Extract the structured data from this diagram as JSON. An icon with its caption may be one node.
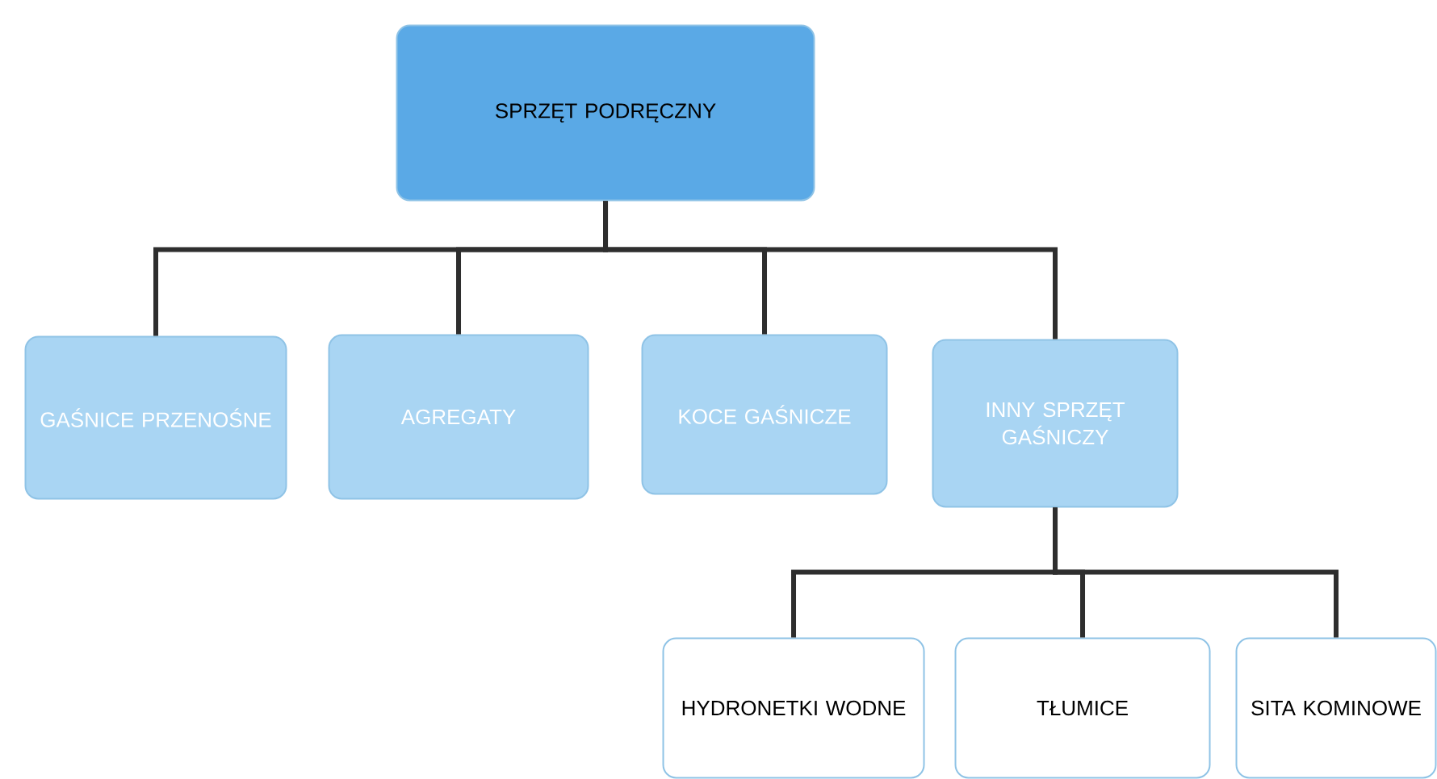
{
  "diagram": {
    "nodes": [
      {
        "text": [
          "SPRZĘT PODRĘCZNY"
        ]
      },
      {
        "text": [
          "GAŚNICE PRZENOŚNE"
        ]
      },
      {
        "text": [
          "AGREGATY"
        ]
      },
      {
        "text": [
          "KOCE GAŚNICZE"
        ]
      },
      {
        "text": [
          "INNY SPRZĘT GAŚNICZY"
        ]
      },
      {
        "text": [
          "HYDRONETKI WODNE"
        ]
      },
      {
        "text": [
          "TŁUMICE"
        ]
      },
      {
        "text": [
          "SITA KOMINOWE"
        ]
      }
    ],
    "edges": [
      {
        "from": 0,
        "to": 1,
        "arrow": "none"
      },
      {
        "from": 0,
        "to": 2,
        "arrow": "none"
      },
      {
        "from": 0,
        "to": 3,
        "arrow": "none"
      },
      {
        "from": 0,
        "to": 4,
        "arrow": "none"
      },
      {
        "from": 4,
        "to": 5,
        "arrow": "none"
      },
      {
        "from": 4,
        "to": 6,
        "arrow": "none"
      },
      {
        "from": 4,
        "to": 7,
        "arrow": "none"
      }
    ]
  }
}
